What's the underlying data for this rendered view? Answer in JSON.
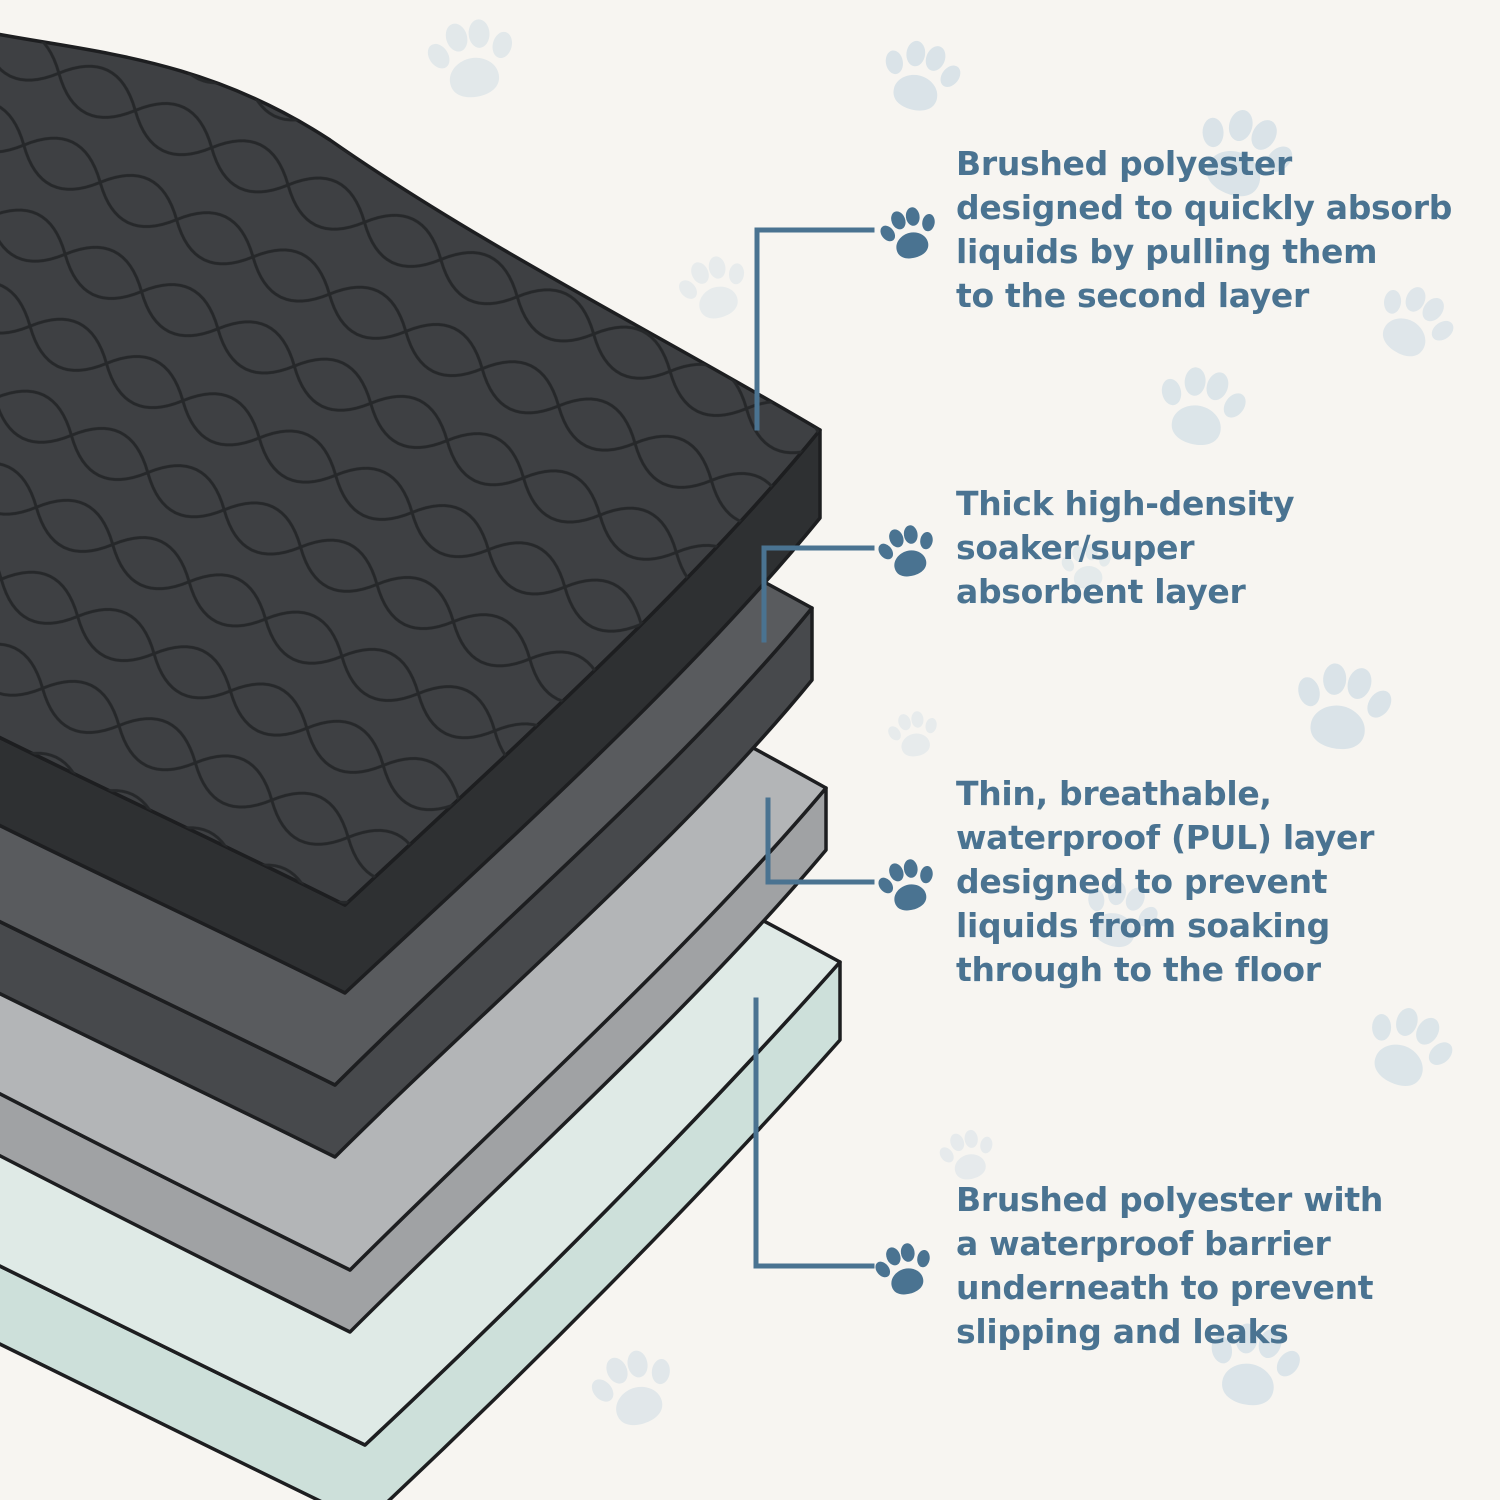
{
  "colors": {
    "background": "#f7f5f1",
    "accent": "#4a7391",
    "outline": "#1d1e20",
    "quilt_line": "#26282a",
    "paw_bg": "#c3d6e2"
  },
  "layers": [
    {
      "name": "quilted-top-layer",
      "top_color": "#3e4043",
      "side_color": "#2e3032"
    },
    {
      "name": "absorbent-core-layer",
      "top_color": "#595b5e",
      "side_color": "#47494c"
    },
    {
      "name": "pul-waterproof-layer",
      "top_color": "#b3b5b7",
      "side_color": "#a0a2a4"
    },
    {
      "name": "anti-slip-backing",
      "top_color": "#dfeae6",
      "side_color": "#cde0da"
    }
  ],
  "callouts": [
    {
      "id": "top-layer",
      "text": "Brushed polyester\ndesigned to quickly absorb\nliquids by pulling them\nto the second layer"
    },
    {
      "id": "soaker-layer",
      "text": "Thick high-density\nsoaker/super\nabsorbent layer"
    },
    {
      "id": "pul-layer",
      "text": "Thin, breathable,\nwaterproof (PUL) layer\ndesigned to prevent\nliquids from soaking\nthrough to the floor"
    },
    {
      "id": "bottom-layer",
      "text": "Brushed polyester with\na waterproof barrier\nunderneath to prevent\nslipping and leaks"
    }
  ]
}
